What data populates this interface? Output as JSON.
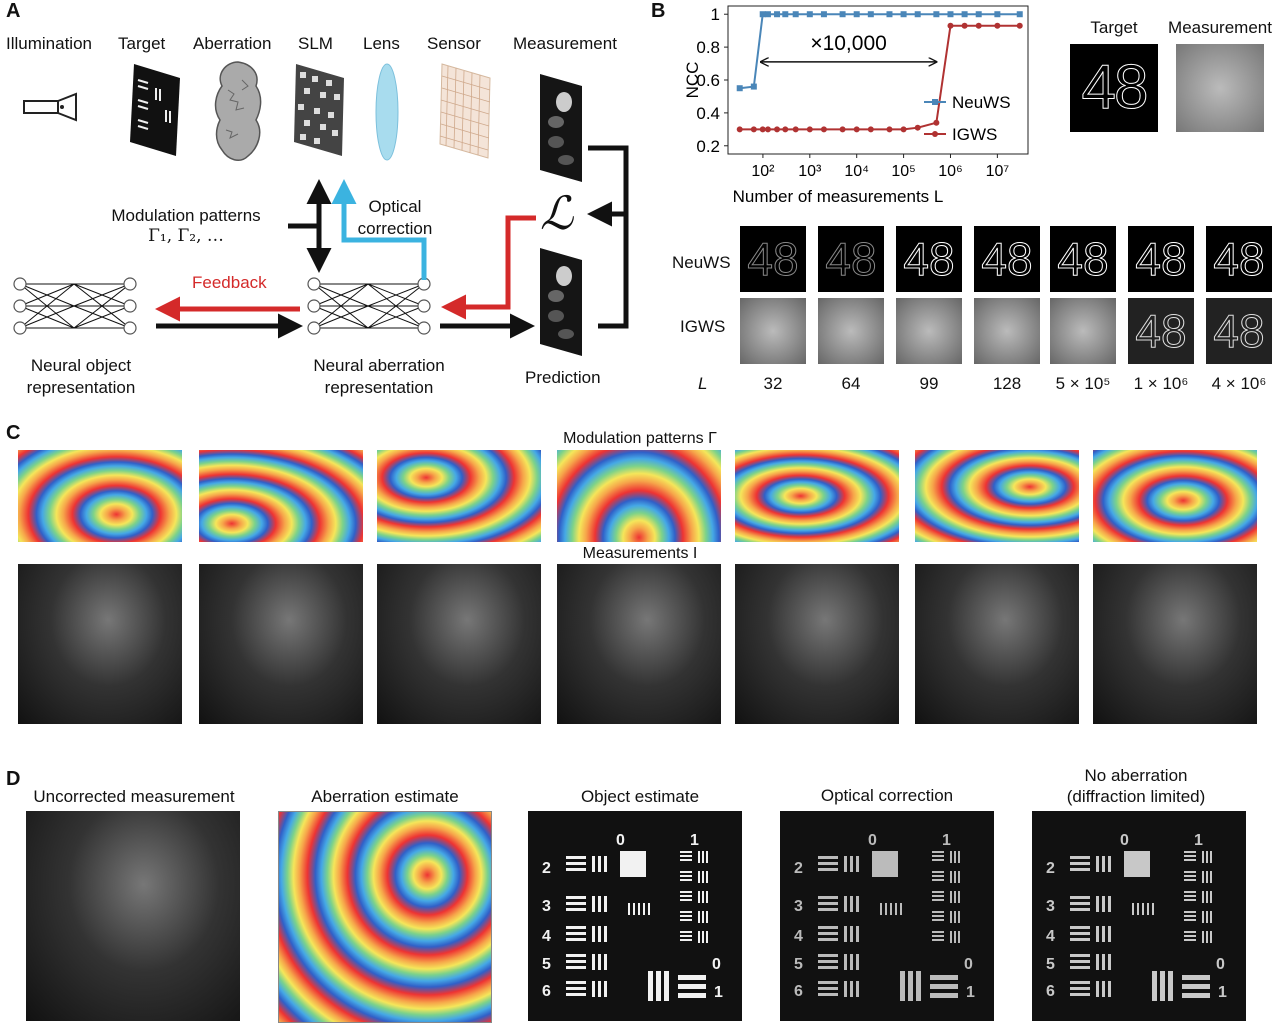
{
  "panels": {
    "a": "A",
    "b": "B",
    "c": "C",
    "d": "D"
  },
  "panelA": {
    "components": [
      "Illumination",
      "Target",
      "Aberration",
      "SLM",
      "Lens",
      "Sensor",
      "Measurement"
    ],
    "modulation_line1": "Modulation patterns",
    "modulation_line2": "Γ₁, Γ₂, …",
    "optical_line1": "Optical",
    "optical_line2": "correction",
    "feedback": "Feedback",
    "loss": "ℒ",
    "neural_object_line1": "Neural object",
    "neural_object_line2": "representation",
    "neural_aberration_line1": "Neural aberration",
    "neural_aberration_line2": "representation",
    "prediction": "Prediction"
  },
  "panelB": {
    "target_label": "Target",
    "measurement_label": "Measurement",
    "digits": "48",
    "row_neuws": "NeuWS",
    "row_igws": "IGWS",
    "l_label": "L",
    "l_values": [
      "32",
      "64",
      "99",
      "128",
      "5 × 10⁵",
      "1 × 10⁶",
      "4 × 10⁶"
    ],
    "annotation": "×10,000"
  },
  "chart_data": {
    "type": "line",
    "xlabel": "Number of measurements L",
    "ylabel": "NCC",
    "xscale": "log",
    "xticks": [
      "10²",
      "10³",
      "10⁴",
      "10⁵",
      "10⁶",
      "10⁷"
    ],
    "ylim": [
      0.15,
      1.05
    ],
    "yticks": [
      0.2,
      0.4,
      0.6,
      0.8,
      1.0
    ],
    "legend": "right",
    "series": [
      {
        "name": "NeuWS",
        "color": "#4a86b8",
        "x": [
          32,
          64,
          99,
          128,
          200,
          300,
          500,
          1000,
          2000,
          5000,
          10000,
          20000,
          50000,
          100000,
          200000,
          500000,
          1000000,
          2000000,
          4000000,
          10000000,
          30000000
        ],
        "y": [
          0.55,
          0.56,
          1.0,
          1.0,
          1.0,
          1.0,
          1.0,
          1.0,
          1.0,
          1.0,
          1.0,
          1.0,
          1.0,
          1.0,
          1.0,
          1.0,
          1.0,
          1.0,
          1.0,
          1.0,
          1.0
        ]
      },
      {
        "name": "IGWS",
        "color": "#b03232",
        "x": [
          32,
          64,
          99,
          128,
          200,
          300,
          500,
          1000,
          2000,
          5000,
          10000,
          20000,
          50000,
          100000,
          200000,
          500000,
          1000000,
          2000000,
          4000000,
          10000000,
          30000000
        ],
        "y": [
          0.3,
          0.3,
          0.3,
          0.3,
          0.3,
          0.3,
          0.3,
          0.3,
          0.3,
          0.3,
          0.3,
          0.3,
          0.3,
          0.3,
          0.31,
          0.34,
          0.93,
          0.93,
          0.93,
          0.93,
          0.93
        ]
      }
    ]
  },
  "panelC": {
    "modulation_title": "Modulation patterns Γ",
    "measurements_title": "Measurements I"
  },
  "panelD": {
    "captions": [
      "Uncorrected measurement",
      "Aberration estimate",
      "Object estimate",
      "Optical correction"
    ],
    "no_aberration_line1": "No aberration",
    "no_aberration_line2": "(diffraction limited)",
    "chart_marks": [
      "0",
      "1",
      "2",
      "3",
      "4",
      "5",
      "6",
      "0",
      "1"
    ]
  },
  "colors": {
    "red": "#d42a2a",
    "cyan": "#3bb3e0",
    "neuws": "#4a86b8",
    "igws": "#b03232"
  }
}
